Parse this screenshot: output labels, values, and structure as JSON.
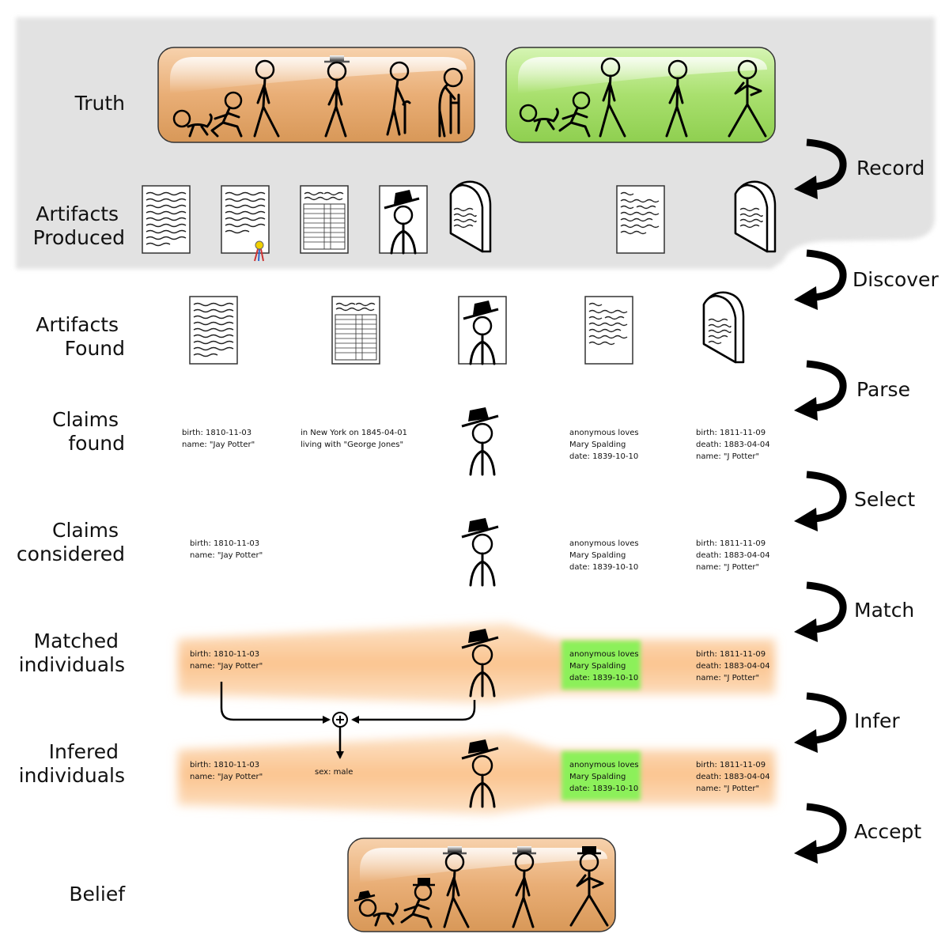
{
  "rows": {
    "truth": "Truth",
    "artifacts_produced": [
      "Artifacts",
      "Produced"
    ],
    "artifacts_found": [
      "Artifacts",
      "Found"
    ],
    "claims_found": [
      "Claims",
      "found"
    ],
    "claims_considered": [
      "Claims",
      "considered"
    ],
    "matched_individuals": [
      "Matched",
      "individuals"
    ],
    "infered_individuals": [
      "Infered",
      "individuals"
    ],
    "belief": "Belief"
  },
  "steps": [
    "Record",
    "Discover",
    "Parse",
    "Select",
    "Match",
    "Infer",
    "Accept"
  ],
  "claims_found": {
    "birth": [
      "birth: 1810-11-03",
      "name: \"Jay Potter\""
    ],
    "census": [
      "in New York on 1845-04-01",
      "living with \"George Jones\""
    ],
    "letter": [
      "anonymous loves",
      "Mary Spalding",
      "date: 1839-10-10"
    ],
    "gravestone": [
      "birth: 1811-11-09",
      "death: 1883-04-04",
      "name: \"J Potter\""
    ]
  },
  "claims_considered": {
    "birth": [
      "birth: 1810-11-03",
      "name: \"Jay Potter\""
    ],
    "letter": [
      "anonymous loves",
      "Mary Spalding",
      "date: 1839-10-10"
    ],
    "gravestone": [
      "birth: 1811-11-09",
      "death: 1883-04-04",
      "name: \"J Potter\""
    ]
  },
  "matched": {
    "birth": [
      "birth: 1810-11-03",
      "name: \"Jay Potter\""
    ],
    "letter": [
      "anonymous loves",
      "Mary Spalding",
      "date: 1839-10-10"
    ],
    "gravestone": [
      "birth: 1811-11-09",
      "death: 1883-04-04",
      "name: \"J Potter\""
    ]
  },
  "inferred": {
    "birth": [
      "birth: 1810-11-03",
      "name: \"Jay Potter\""
    ],
    "sex": "sex: male",
    "letter": [
      "anonymous loves",
      "Mary Spalding",
      "date: 1839-10-10"
    ],
    "gravestone": [
      "birth: 1811-11-09",
      "death: 1883-04-04",
      "name: \"J Potter\""
    ]
  },
  "colors": {
    "gray_band": "#e2e2e2",
    "orange_panel": "#e8b07c",
    "green_panel": "#a6df6e",
    "orange_band": "#f9c48e",
    "green_highlight": "#8cf05a"
  }
}
